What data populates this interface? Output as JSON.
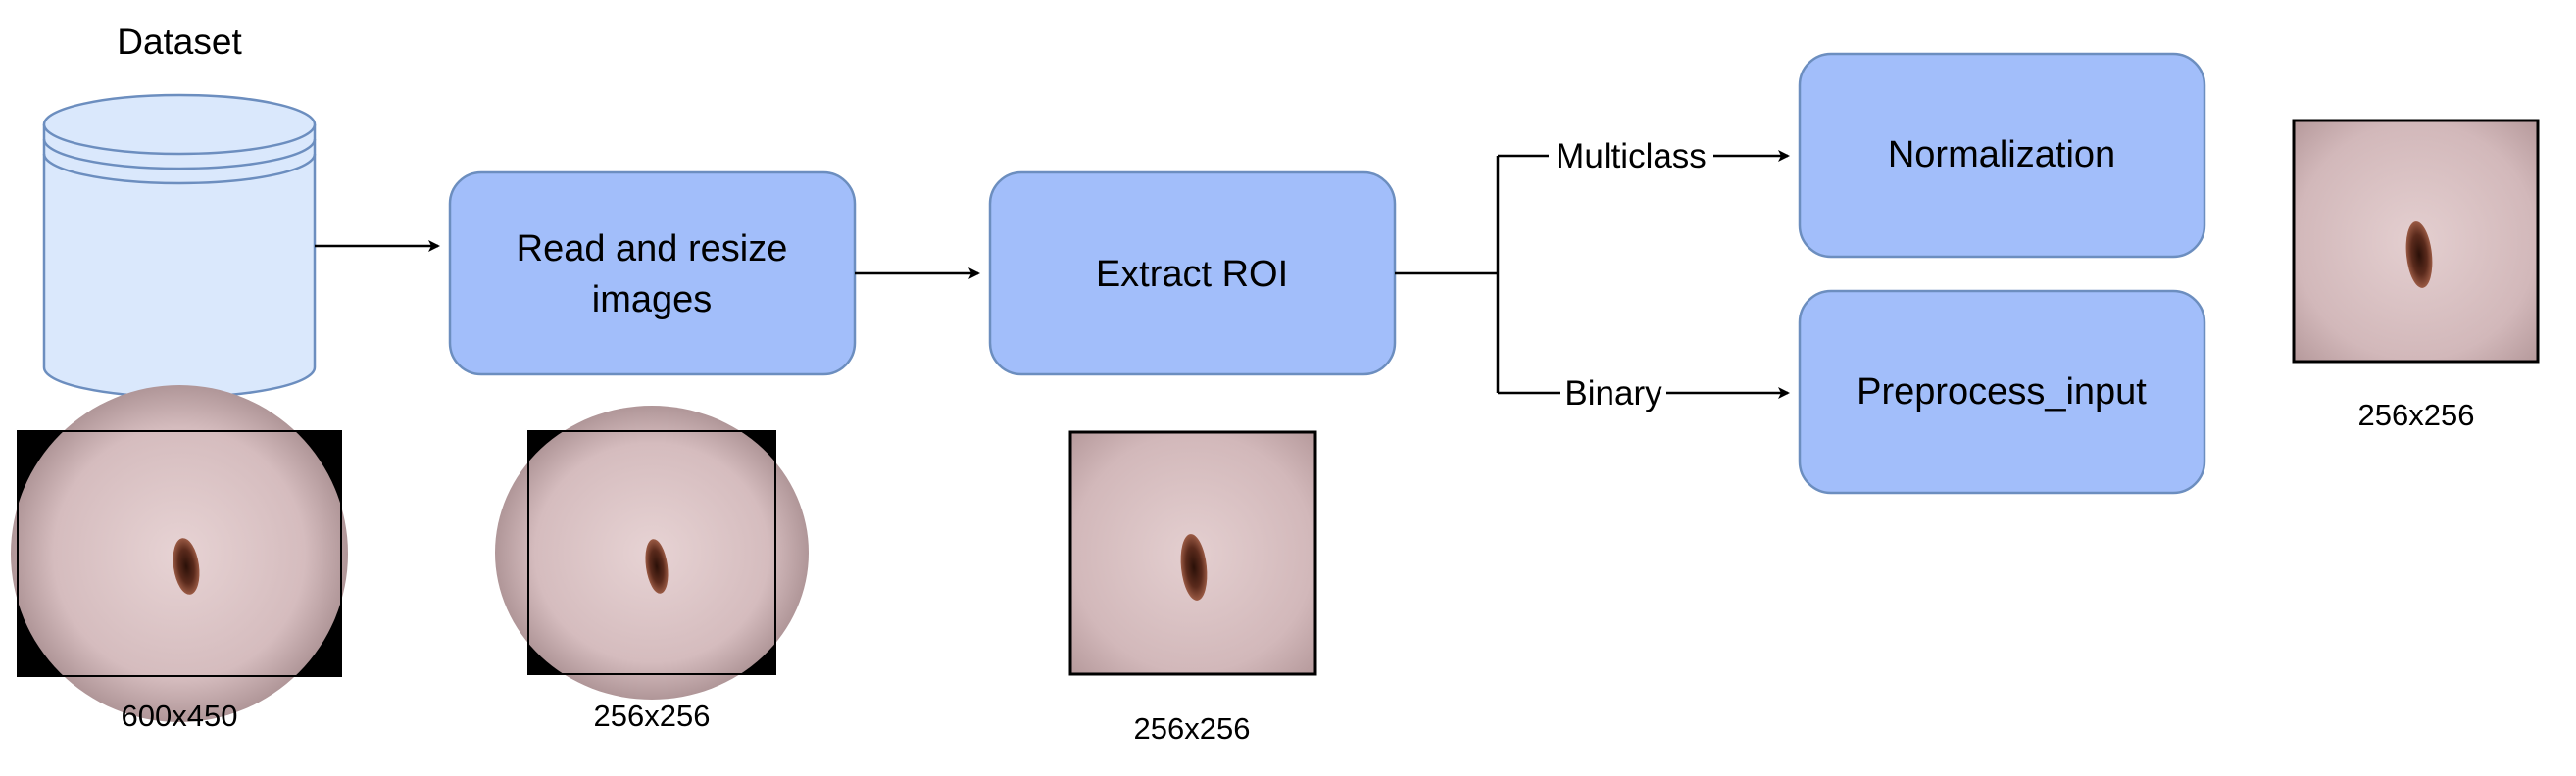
{
  "dataset": {
    "label": "Dataset"
  },
  "steps": {
    "read_resize": {
      "line1": "Read and resize",
      "line2": "images"
    },
    "extract_roi": {
      "label": "Extract ROI"
    },
    "normalization": {
      "label": "Normalization"
    },
    "preprocess": {
      "label": "Preprocess_input"
    }
  },
  "branches": {
    "multiclass": "Multiclass",
    "binary": "Binary"
  },
  "captions": {
    "original": "600x450",
    "resized": "256x256",
    "roi": "256x256",
    "final": "256x256"
  },
  "colors": {
    "box_fill": "#a2befa",
    "box_stroke": "#6c8ebf",
    "cylinder_fill": "#dae8fc",
    "cylinder_stroke": "#6c8ebf",
    "skin": "#d9c2c4",
    "lesion": "#5a2a1c"
  }
}
